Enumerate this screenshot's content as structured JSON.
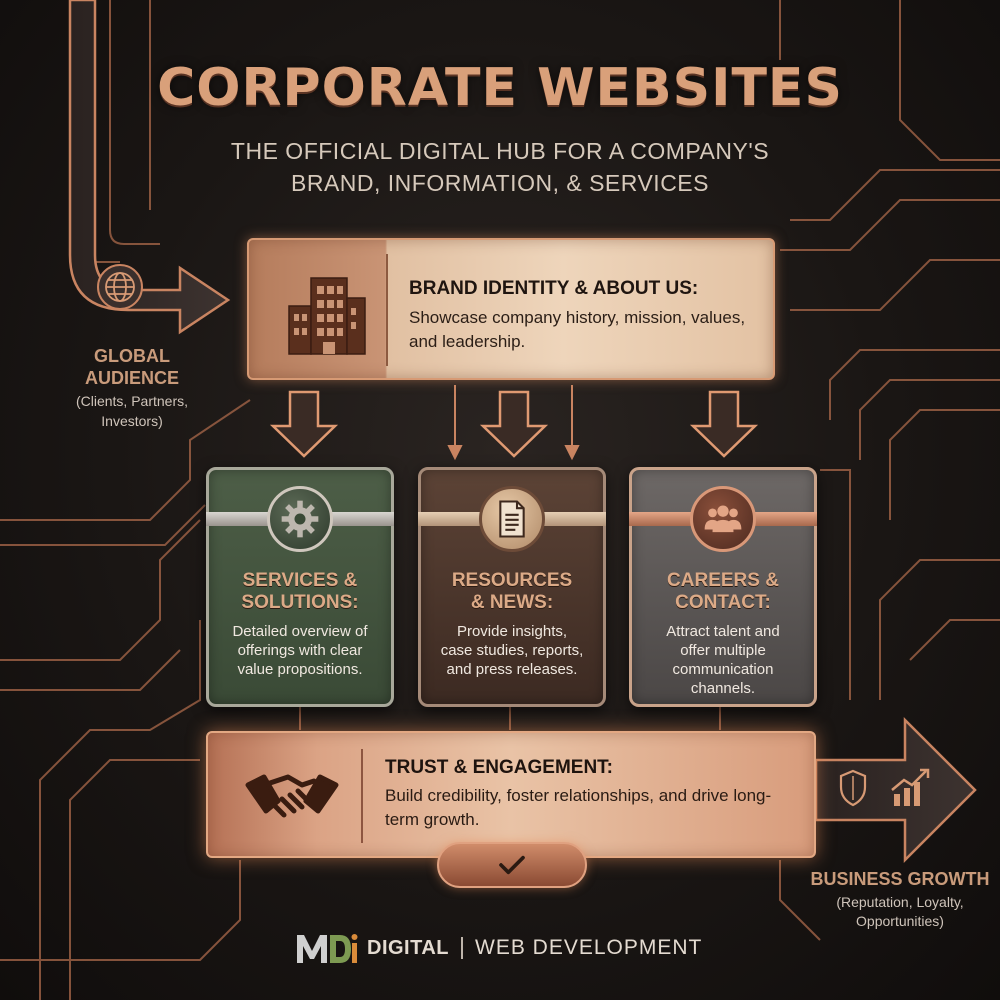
{
  "title": "CORPORATE WEBSITES",
  "subtitle": {
    "line1": "THE OFFICIAL DIGITAL HUB FOR A COMPANY'S",
    "line2": "BRAND, INFORMATION, & SERVICES"
  },
  "brand_panel": {
    "heading": "BRAND IDENTITY & ABOUT US:",
    "body": "Showcase company history, mission, values, and leadership.",
    "icon": "office-building-icon"
  },
  "cards": [
    {
      "title_lines": [
        "SERVICES &",
        "SOLUTIONS:"
      ],
      "body_lines": [
        "Detailed overview of",
        "offerings with clear",
        "value propositions."
      ],
      "icon": "gear-icon"
    },
    {
      "title_lines": [
        "RESOURCES",
        "& NEWS:"
      ],
      "body_lines": [
        "Provide insights,",
        "case studies, reports,",
        "and press releases."
      ],
      "icon": "document-icon"
    },
    {
      "title_lines": [
        "CAREERS &",
        "CONTACT:"
      ],
      "body_lines": [
        "Attract talent and",
        "offer multiple",
        "communication",
        "channels."
      ],
      "icon": "people-group-icon"
    }
  ],
  "trust_panel": {
    "heading": "TRUST & ENGAGEMENT:",
    "body": "Build credibility, foster relationships, and drive long-term growth.",
    "icon": "handshake-icon",
    "badge_icon": "checkmark-icon"
  },
  "global_audience": {
    "title_lines": [
      "GLOBAL",
      "AUDIENCE"
    ],
    "sub_lines": [
      "(Clients, Partners,",
      "Investors)"
    ],
    "icon": "globe-icon"
  },
  "business_growth": {
    "title": "BUSINESS GROWTH",
    "sub_lines": [
      "(Reputation, Loyalty,",
      "Opportunities)"
    ],
    "icons": [
      "shield-icon",
      "growth-chart-icon"
    ]
  },
  "footer": {
    "brand": "DIGITAL",
    "section": "WEB DEVELOPMENT",
    "logo_text": "MDi"
  },
  "colors": {
    "background": "#1a1614",
    "copper": "#d79a74",
    "title": "#d9a07a",
    "green_card": "#3a4a36",
    "brown_card": "#3c2a22",
    "grey_card": "#4b4746"
  }
}
